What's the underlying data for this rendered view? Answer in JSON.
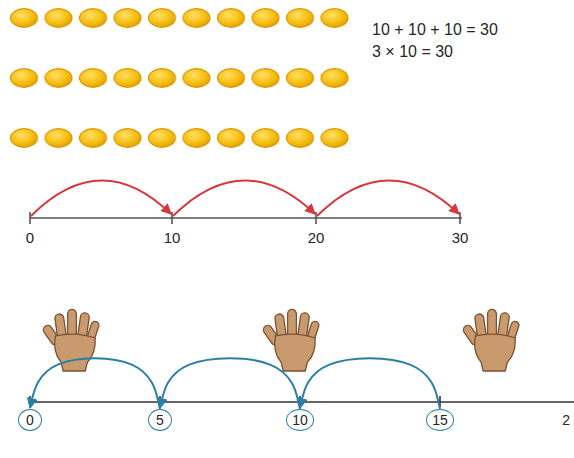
{
  "diagram": {
    "nodes": [
      {
        "text": [
          "0"
        ]
      },
      {
        "text": [
          "5"
        ]
      },
      {
        "text": [
          "10"
        ]
      },
      {
        "text": [
          "15"
        ]
      }
    ],
    "edges": [
      {
        "from": 3,
        "to": 2,
        "arrow": "to"
      },
      {
        "from": 2,
        "to": 1,
        "arrow": "to"
      },
      {
        "from": 1,
        "to": 0,
        "arrow": "to"
      }
    ],
    "labels": [
      "10 + 10 + 10 = 30",
      "3 × 10 = 30",
      "0",
      "10",
      "20",
      "30",
      "2"
    ]
  }
}
